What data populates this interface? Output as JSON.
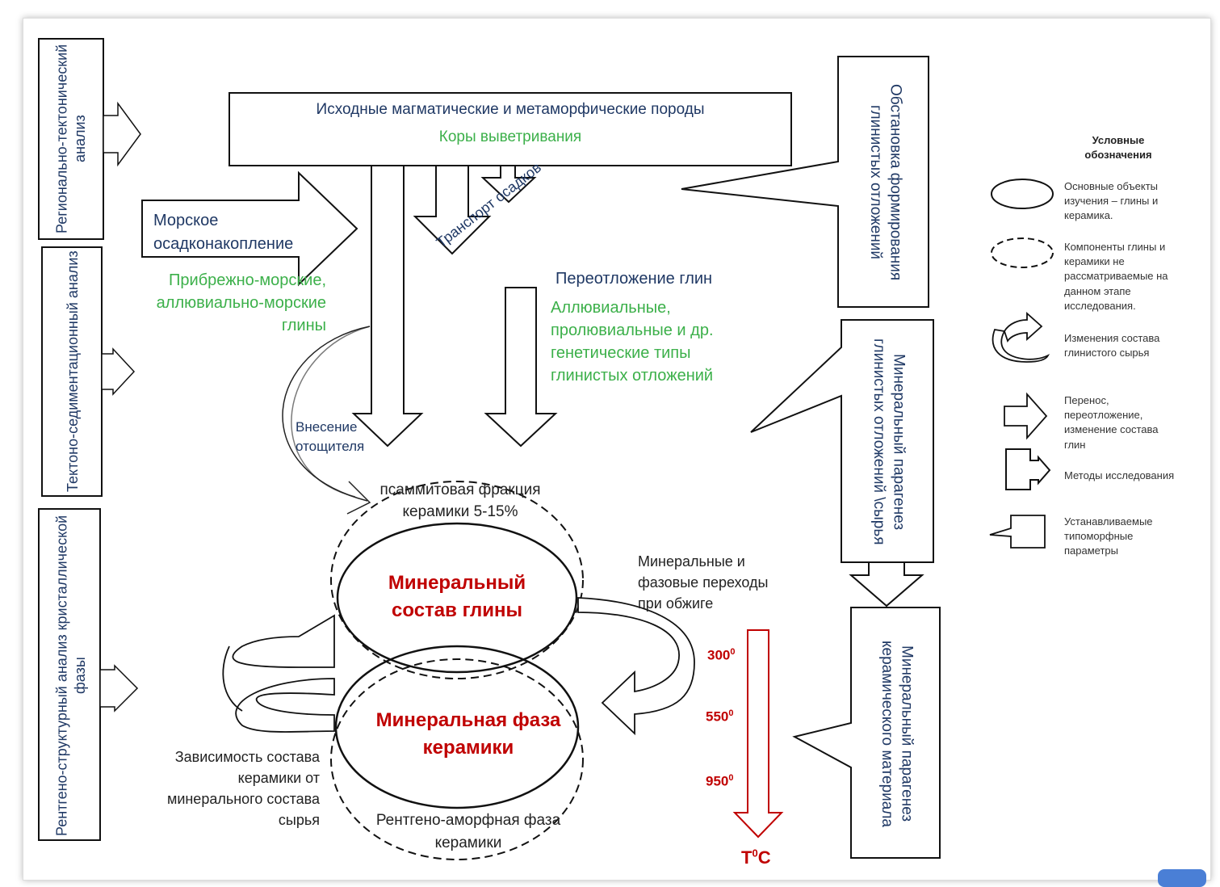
{
  "methods": {
    "regional": "Регионально-тектонический анализ",
    "tectono": "Тектоно-седиментационный анализ",
    "xray": "Рентгено-структурный анализ кристаллической фазы"
  },
  "top_box": {
    "line1": "Исходные магматические и метаморфические породы",
    "line2": "Коры выветривания"
  },
  "marine": {
    "line1": "Морское",
    "line2": "осадконакопление",
    "green1": "Прибрежно-морские,",
    "green2": "аллювиально-морские",
    "green3": "глины"
  },
  "transport": "Транспорт осадков",
  "redeposit": {
    "title": "Переотложение глин",
    "green1": "Аллювиальные,",
    "green2": "пролювиальные и др.",
    "green3": "генетические типы",
    "green4": "глинистых отложений"
  },
  "temper": {
    "line1": "Внесение",
    "line2": "отощителя"
  },
  "psammite": {
    "line1": "псаммитовая фракция",
    "line2": "керамики 5-15%"
  },
  "clay_ellipse": {
    "line1": "Минеральный",
    "line2": "состав глины"
  },
  "ceramic_ellipse": {
    "line1": "Минеральная фаза",
    "line2": "керамики"
  },
  "amorph": {
    "line1": "Рентгено-аморфная фаза",
    "line2": "керамики"
  },
  "dependence": {
    "line1": "Зависимость состава",
    "line2": "керамики от",
    "line3": "минерального состава",
    "line4": "сырья"
  },
  "transitions": {
    "line1": "Минеральные и",
    "line2": "фазовые переходы",
    "line3": "при обжиге"
  },
  "temps": {
    "t1": "300",
    "t2": "550",
    "t3": "950",
    "sup": "0",
    "axis_main": "T",
    "axis_sup": "0",
    "axis_unit": "C"
  },
  "callouts": {
    "formation": "Обстановка формирования глинистых отложений",
    "paragenesis_clay": "Минеральный парагенез глинистых отложений \\сырья",
    "paragenesis_ceramic": "Минеральный парагенез керамического материала"
  },
  "legend": {
    "title1": "Условные",
    "title2": "обозначения",
    "item1": "Основные объекты изучения – глины и керамика.",
    "item2": "Компоненты глины и керамики не рассматриваемые на данном этапе исследования.",
    "item3": "Изменения состава глинистого сырья",
    "item4": "Перенос, переотложение, изменение состава глин",
    "item5": "Методы исследования",
    "item6": "Устанавливаемые типоморфные параметры"
  },
  "colors": {
    "dark_blue": "#1f3864",
    "green": "#3cb04a",
    "red": "#c00000"
  }
}
